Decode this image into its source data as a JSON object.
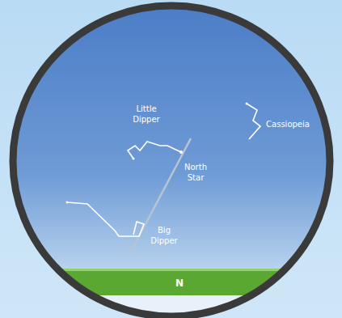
{
  "diagram": {
    "labels": [
      "Little Dipper",
      "North Star",
      "Cassiopeia",
      "Big Dipper",
      "N"
    ]
  }
}
